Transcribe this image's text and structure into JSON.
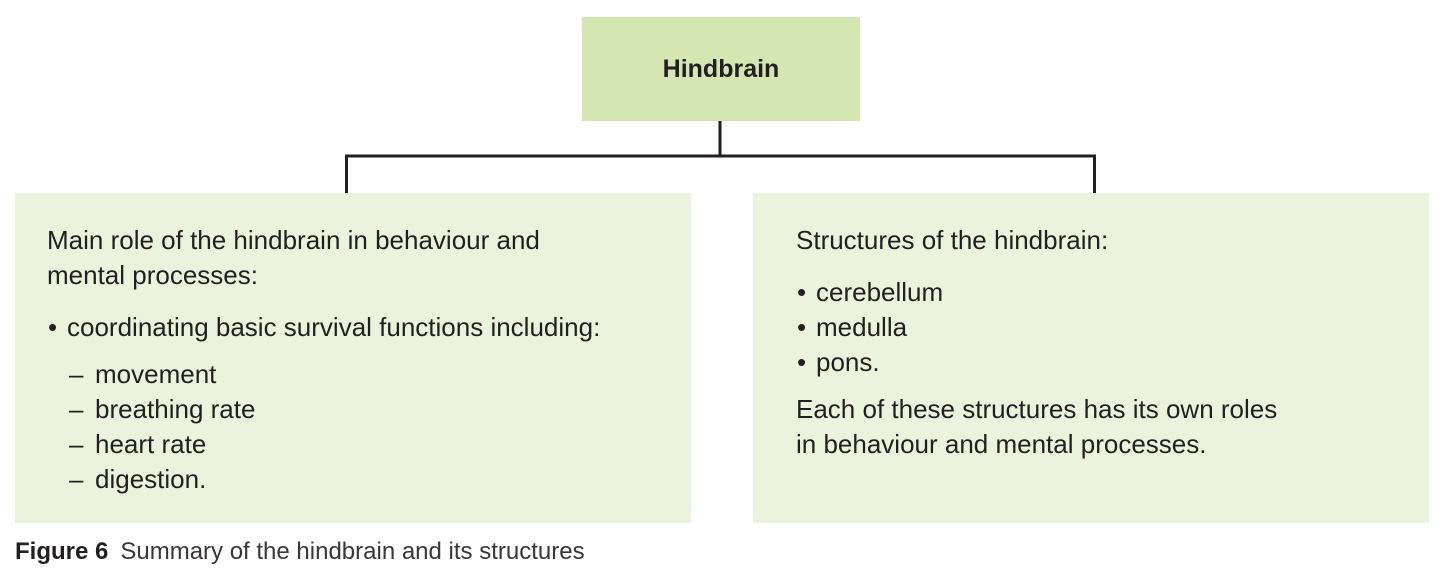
{
  "diagram": {
    "root": {
      "label": "Hindbrain"
    },
    "left_panel": {
      "heading": [
        "Main role of the hindbrain in behaviour and",
        "mental processes:"
      ],
      "bullet": "coordinating basic survival functions including:",
      "sub_items": [
        "movement",
        "breathing rate",
        "heart rate",
        "digestion."
      ]
    },
    "right_panel": {
      "heading": "Structures of the hindbrain:",
      "bullets": [
        "cerebellum",
        "medulla",
        "pons."
      ],
      "note": [
        "Each of these structures has its own roles",
        "in behaviour and mental processes."
      ]
    },
    "colors": {
      "root_fill": "#d4e6b2",
      "panel_fill": "#eaf4dc",
      "connector": "#231f20"
    }
  },
  "caption": {
    "number": "Figure 6",
    "text": "Summary of the hindbrain and its structures"
  }
}
